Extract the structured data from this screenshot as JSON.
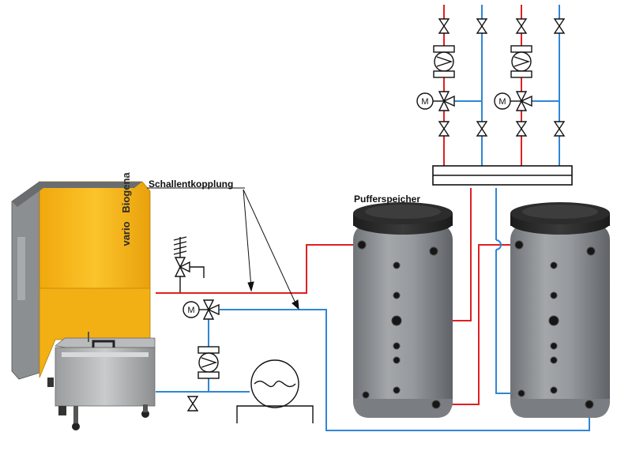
{
  "labels": {
    "acoustic_decoupling": "Schallentkopplung",
    "buffer_tank": "Pufferspeicher"
  },
  "boiler": {
    "brand_left": "vario",
    "brand_right": "Biogena"
  },
  "colors": {
    "flow_line": "#e02020",
    "return_line": "#2f86d6",
    "symbol_stroke": "#111111",
    "boiler_body": "#f5b616",
    "boiler_side": "#8f9394",
    "tank_body": "#8e9296",
    "tank_cap": "#2b2b2b"
  },
  "symbols": [
    "gate-valve-icon",
    "circulation-pump-icon",
    "motorized-mixing-valve-icon",
    "safety-relief-valve-icon",
    "expansion-vessel-icon",
    "distribution-manifold"
  ]
}
